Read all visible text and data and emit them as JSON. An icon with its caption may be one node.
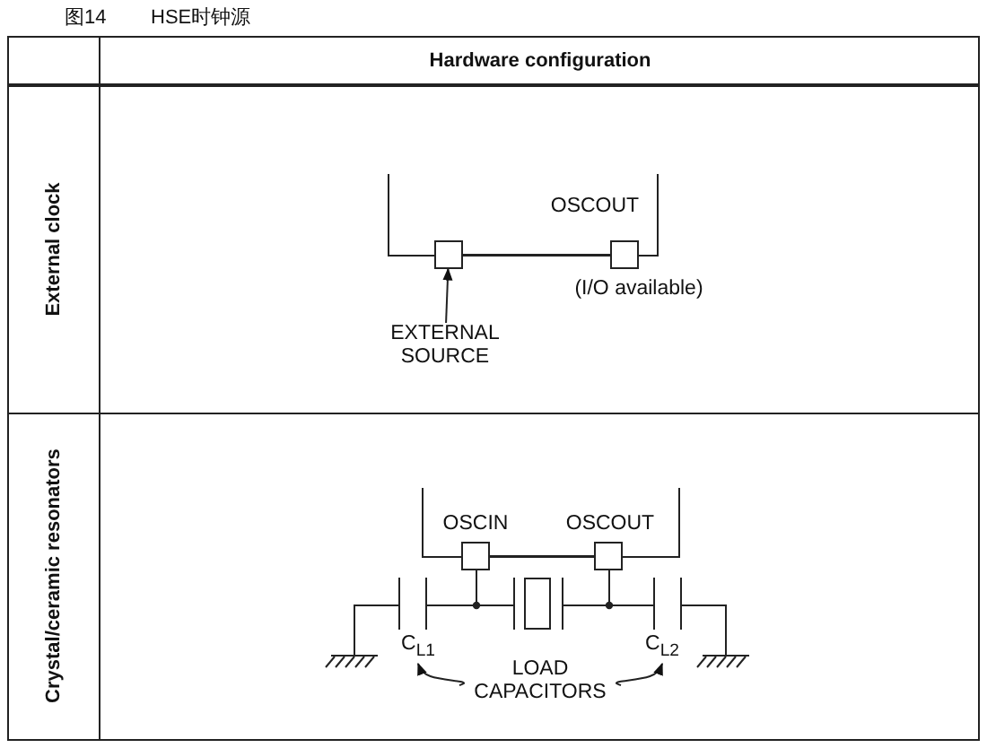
{
  "diagram": {
    "title": "HSE时钟源",
    "nodes": [
      {
        "text": [],
        "shape": "box"
      },
      {
        "text": [],
        "shape": "box",
        "beside": [
          "OSCOUT",
          "(I/O available)"
        ]
      },
      {
        "text": [
          "EXTERNAL SOURCE"
        ]
      },
      {
        "text": [],
        "shape": "box",
        "beside": [
          "OSCIN"
        ]
      },
      {
        "text": [],
        "shape": "box",
        "beside": [
          "OSCOUT"
        ]
      },
      {
        "text": [
          "LOAD CAPACITORS"
        ]
      },
      {
        "text": [
          "C$_{L1}$"
        ]
      },
      {
        "text": [
          "C$_{L2}$"
        ]
      }
    ],
    "edges": [
      {
        "from": 0,
        "to": 1,
        "arrow": "none"
      },
      {
        "from": 2,
        "to": 0,
        "arrow": "to"
      },
      {
        "from": 3,
        "to": 4,
        "arrow": "none"
      },
      {
        "from": 5,
        "to": 6,
        "arrow": "to"
      },
      {
        "from": 5,
        "to": 7,
        "arrow": "to"
      }
    ],
    "labels": [
      "图14",
      "Hardware configuration",
      "External clock",
      "Crystal/ceramic resonators"
    ]
  }
}
